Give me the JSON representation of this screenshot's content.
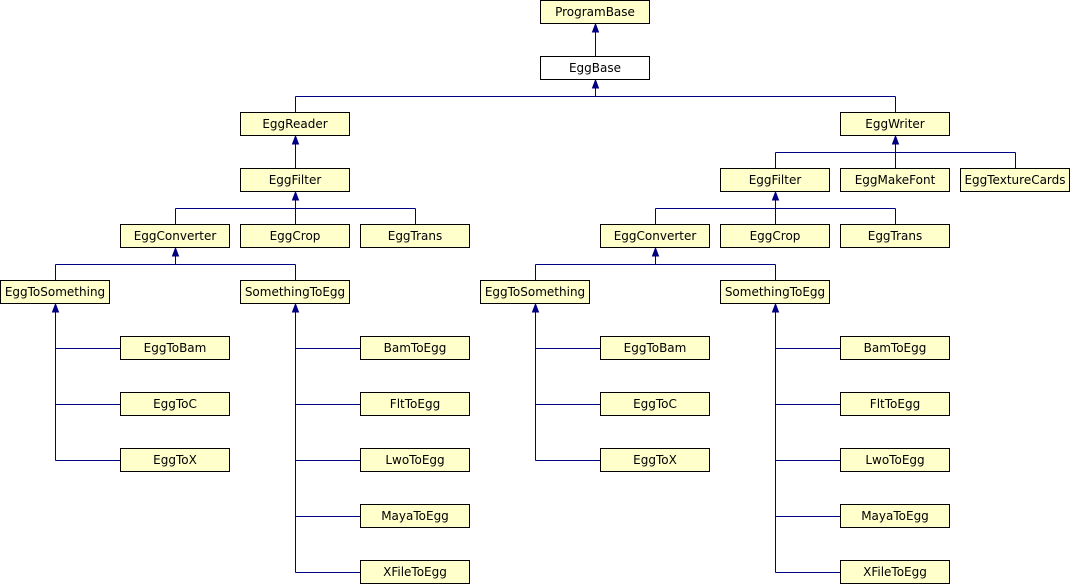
{
  "colors": {
    "node_fill": "#ffffcc",
    "node_fill_highlight": "#ffffff",
    "node_border": "#000000",
    "edge": "#000080"
  },
  "nodes": [
    {
      "id": "program-base",
      "label": "ProgramBase"
    },
    {
      "id": "egg-base",
      "label": "EggBase",
      "highlight": true
    },
    {
      "id": "egg-reader",
      "label": "EggReader"
    },
    {
      "id": "egg-writer",
      "label": "EggWriter"
    },
    {
      "id": "egg-filter-left",
      "label": "EggFilter"
    },
    {
      "id": "egg-converter-left",
      "label": "EggConverter"
    },
    {
      "id": "egg-crop-left",
      "label": "EggCrop"
    },
    {
      "id": "egg-trans-left",
      "label": "EggTrans"
    },
    {
      "id": "egg-to-something-left",
      "label": "EggToSomething"
    },
    {
      "id": "something-to-egg-left",
      "label": "SomethingToEgg"
    },
    {
      "id": "egg-to-bam-left",
      "label": "EggToBam"
    },
    {
      "id": "egg-to-c-left",
      "label": "EggToC"
    },
    {
      "id": "egg-to-x-left",
      "label": "EggToX"
    },
    {
      "id": "bam-to-egg-left",
      "label": "BamToEgg"
    },
    {
      "id": "flt-to-egg-left",
      "label": "FltToEgg"
    },
    {
      "id": "lwo-to-egg-left",
      "label": "LwoToEgg"
    },
    {
      "id": "maya-to-egg-left",
      "label": "MayaToEgg"
    },
    {
      "id": "xfile-to-egg-left",
      "label": "XFileToEgg"
    },
    {
      "id": "egg-filter-right",
      "label": "EggFilter"
    },
    {
      "id": "egg-make-font",
      "label": "EggMakeFont"
    },
    {
      "id": "egg-texture-cards",
      "label": "EggTextureCards"
    },
    {
      "id": "egg-converter-right",
      "label": "EggConverter"
    },
    {
      "id": "egg-crop-right",
      "label": "EggCrop"
    },
    {
      "id": "egg-trans-right",
      "label": "EggTrans"
    },
    {
      "id": "egg-to-something-right",
      "label": "EggToSomething"
    },
    {
      "id": "something-to-egg-right",
      "label": "SomethingToEgg"
    },
    {
      "id": "egg-to-bam-right",
      "label": "EggToBam"
    },
    {
      "id": "egg-to-c-right",
      "label": "EggToC"
    },
    {
      "id": "egg-to-x-right",
      "label": "EggToX"
    },
    {
      "id": "bam-to-egg-right",
      "label": "BamToEgg"
    },
    {
      "id": "flt-to-egg-right",
      "label": "FltToEgg"
    },
    {
      "id": "lwo-to-egg-right",
      "label": "LwoToEgg"
    },
    {
      "id": "maya-to-egg-right",
      "label": "MayaToEgg"
    },
    {
      "id": "xfile-to-egg-right",
      "label": "XFileToEgg"
    }
  ],
  "edges": [
    {
      "parent": "program-base",
      "children": [
        "egg-base"
      ]
    },
    {
      "parent": "egg-base",
      "children": [
        "egg-reader",
        "egg-writer"
      ]
    },
    {
      "parent": "egg-reader",
      "children": [
        "egg-filter-left"
      ]
    },
    {
      "parent": "egg-filter-left",
      "children": [
        "egg-converter-left",
        "egg-crop-left",
        "egg-trans-left"
      ]
    },
    {
      "parent": "egg-converter-left",
      "children": [
        "egg-to-something-left",
        "something-to-egg-left"
      ]
    },
    {
      "parent": "egg-to-something-left",
      "children": [
        "egg-to-bam-left",
        "egg-to-c-left",
        "egg-to-x-left"
      ]
    },
    {
      "parent": "something-to-egg-left",
      "children": [
        "bam-to-egg-left",
        "flt-to-egg-left",
        "lwo-to-egg-left",
        "maya-to-egg-left",
        "xfile-to-egg-left"
      ]
    },
    {
      "parent": "egg-writer",
      "children": [
        "egg-filter-right",
        "egg-make-font",
        "egg-texture-cards"
      ]
    },
    {
      "parent": "egg-filter-right",
      "children": [
        "egg-converter-right",
        "egg-crop-right",
        "egg-trans-right"
      ]
    },
    {
      "parent": "egg-converter-right",
      "children": [
        "egg-to-something-right",
        "something-to-egg-right"
      ]
    },
    {
      "parent": "egg-to-something-right",
      "children": [
        "egg-to-bam-right",
        "egg-to-c-right",
        "egg-to-x-right"
      ]
    },
    {
      "parent": "something-to-egg-right",
      "children": [
        "bam-to-egg-right",
        "flt-to-egg-right",
        "lwo-to-egg-right",
        "maya-to-egg-right",
        "xfile-to-egg-right"
      ]
    }
  ]
}
